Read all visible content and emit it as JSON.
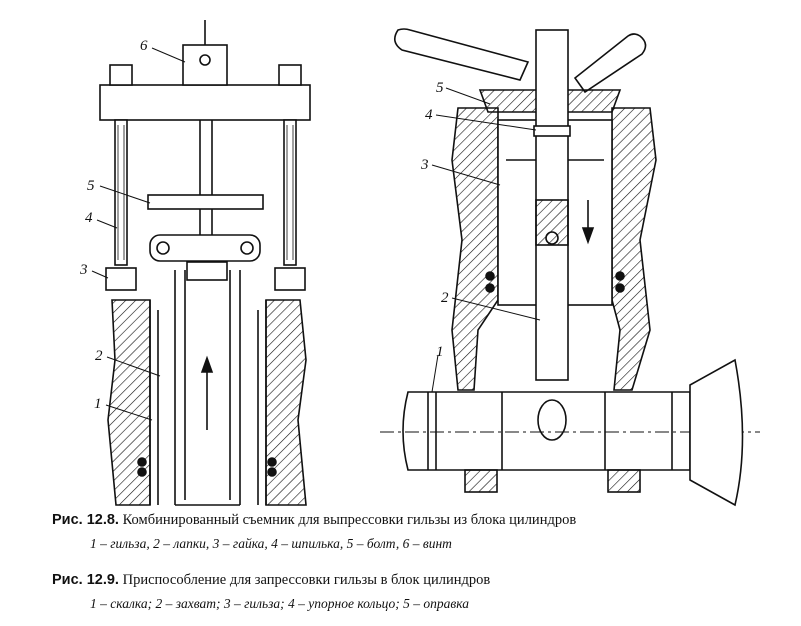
{
  "fig1": {
    "labels": {
      "n1": "1",
      "n2": "2",
      "n3": "3",
      "n4": "4",
      "n5": "5",
      "n6": "6"
    },
    "caption_num": "Рис. 12.8.",
    "caption_text": "Комбинированный съемник для выпрессовки гильзы из блока цилиндров",
    "legend": "1 – гильза, 2 – лапки, 3 – гайка, 4 – шпилька, 5 – болт, 6 – винт"
  },
  "fig2": {
    "labels": {
      "n1": "1",
      "n2": "2",
      "n3": "3",
      "n4": "4",
      "n5": "5"
    },
    "caption_num": "Рис. 12.9.",
    "caption_text": "Приспособление для запрессовки гильзы в блок цилиндров",
    "legend": "1 – скалка; 2 – захват; 3 – гильза; 4 – упорное кольцо; 5 – оправка"
  }
}
